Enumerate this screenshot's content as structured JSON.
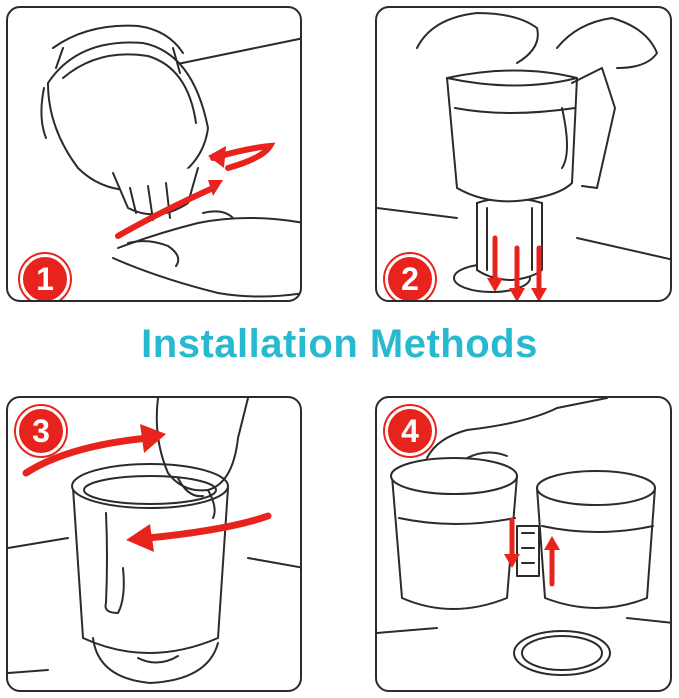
{
  "title": "Installation Methods",
  "steps": [
    {
      "number": "1"
    },
    {
      "number": "2"
    },
    {
      "number": "3"
    },
    {
      "number": "4"
    }
  ],
  "colors": {
    "title": "#27b9cf",
    "badge": "#e8231d",
    "arrow": "#e8231d",
    "outline": "#2b2b2b"
  }
}
